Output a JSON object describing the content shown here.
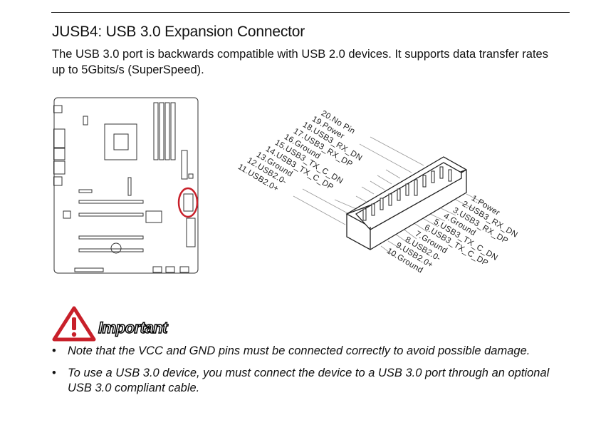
{
  "title": "JUSB4: USB 3.0 Expansion Connector",
  "description": "The USB 3.0 port is backwards compatible with USB 2.0 devices. It supports data transfer rates up to 5Gbits/s (SuperSpeed).",
  "pins_left": [
    "20.No Pin",
    "19.Power",
    "18.USB3_RX_DN",
    "17.USB3_RX_DP",
    "16.Ground",
    "15.USB3_TX_C_DN",
    "14.USB3_TX_C_DP",
    "13.Ground",
    "12.USB2.0-",
    "11.USB2.0+"
  ],
  "pins_right": [
    "1.Power",
    "2.USB3_RX_DN",
    "3.USB3_RX_DP",
    "4.Ground",
    "5.USB3_TX_C_DN",
    "6.USB3_TX_C_DP",
    "7.Ground",
    "8.USB2.0-",
    "9.USB2.0+",
    "10.Ground"
  ],
  "important_label": "Important",
  "notes": [
    "Note that the VCC and GND pins must be connected correctly to avoid possible damage.",
    "To use a USB 3.0 device, you must connect the device to a USB 3.0 port through an optional USB 3.0 compliant cable."
  ],
  "colors": {
    "highlight": "#c8202a",
    "warning": "#c8202a"
  }
}
